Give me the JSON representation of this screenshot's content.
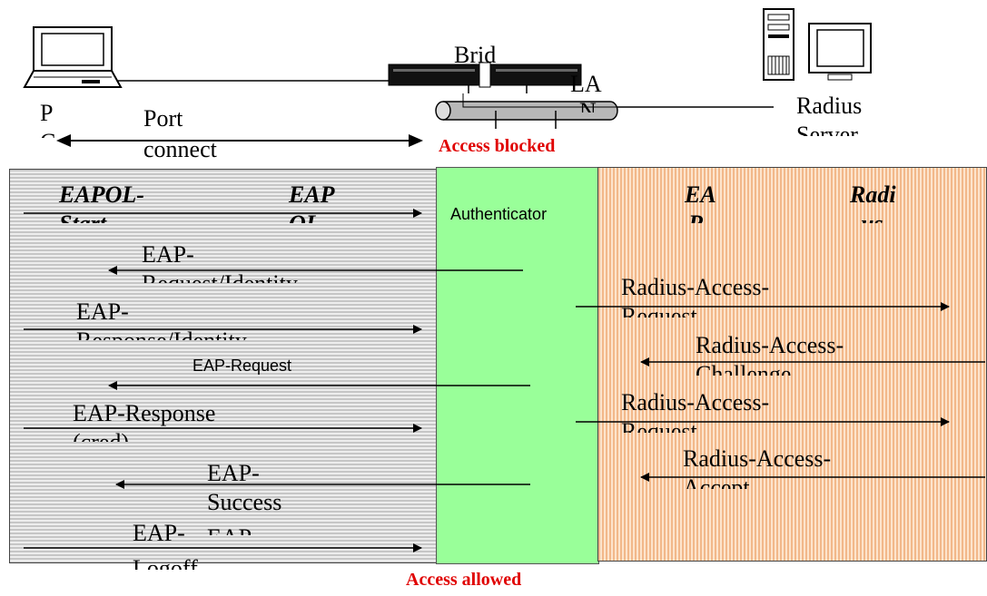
{
  "top": {
    "bridge_label": "Brid",
    "lan_label": "LA",
    "lan_label_2": "N",
    "pc_label": "P",
    "pc_label_2": "C",
    "radius_label": "Radius",
    "radius_label_2": "Server",
    "port_label": "Port",
    "port_label_2": "connect",
    "access_blocked": "Access blocked"
  },
  "panels": {
    "left": {
      "col1": "EAPOL-",
      "col1_b": "Start",
      "col2": "EAP",
      "col2_b": "OL"
    },
    "middle": {
      "title": "Authenticator"
    },
    "right": {
      "col1": "EA",
      "col1_b": "P",
      "col2": "Radi",
      "col2_b": "us"
    }
  },
  "messages": {
    "eap_request_identity": "EAP-",
    "eap_request_identity_b": "Request/Identity",
    "eap_response_identity": "EAP-",
    "eap_response_identity_b": "Response/Identity",
    "eap_request": "EAP-Request",
    "eap_response": "EAP-Response",
    "eap_response_b": "(cred)",
    "eap_success": "EAP-",
    "eap_success_b": "Success",
    "eap_logoff": "EAP-",
    "eap_logoff_b": "Logoff",
    "eap_logoff_c": "EAP",
    "radius_request_1": "Radius-Access-",
    "radius_request_1_b": "Request",
    "radius_challenge": "Radius-Access-",
    "radius_challenge_b": "Challenge",
    "radius_request_2": "Radius-Access-",
    "radius_request_2_b": "Request",
    "radius_accept": "Radius-Access-",
    "radius_accept_b": "Accept"
  },
  "footer": {
    "access_allowed": "Access allowed"
  },
  "colors": {
    "supplicant_bg": "#d9d9d9",
    "authenticator_bg": "#99ff99",
    "server_bg": "#f8cda8",
    "status_red": "#e00000"
  }
}
